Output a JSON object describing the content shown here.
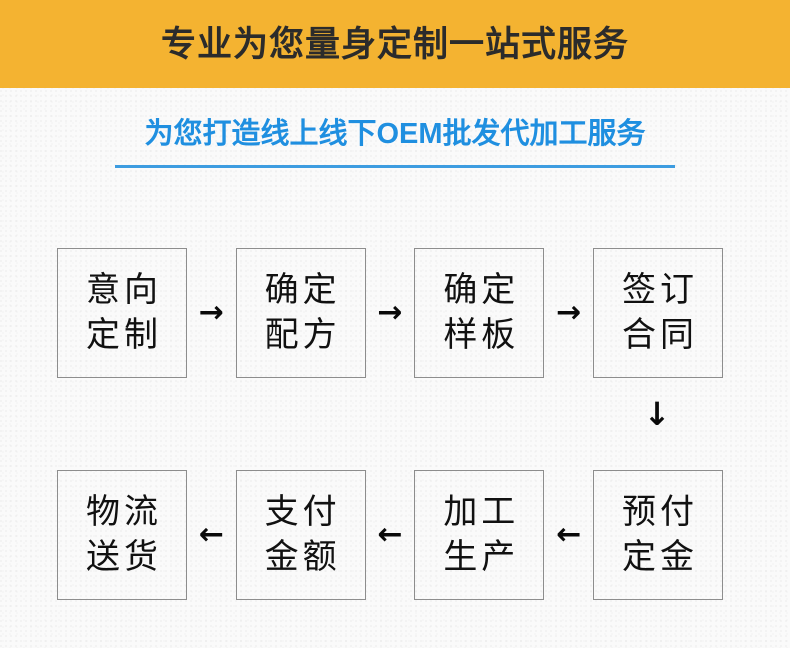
{
  "header": {
    "title": "专业为您量身定制一站式服务",
    "background_color": "#f4b331",
    "text_color": "#2b2b2b"
  },
  "subtitle": {
    "text": "为您打造线上线下OEM批发代加工服务",
    "color": "#1f8fe0",
    "rule_color": "#3d9ce0"
  },
  "flow": {
    "row1": {
      "direction": "left-to-right",
      "arrow_glyph": "→",
      "steps": [
        {
          "line1": "意向",
          "line2": "定制"
        },
        {
          "line1": "确定",
          "line2": "配方"
        },
        {
          "line1": "确定",
          "line2": "样板"
        },
        {
          "line1": "签订",
          "line2": "合同"
        }
      ]
    },
    "connector": {
      "glyph": "↓",
      "name": "down-arrow"
    },
    "row2": {
      "direction": "right-to-left",
      "arrow_glyph": "←",
      "steps": [
        {
          "line1": "物流",
          "line2": "送货"
        },
        {
          "line1": "支付",
          "line2": "金额"
        },
        {
          "line1": "加工",
          "line2": "生产"
        },
        {
          "line1": "预付",
          "line2": "定金"
        }
      ]
    },
    "box_border_color": "#8d8d8d",
    "text_color": "#111111"
  }
}
